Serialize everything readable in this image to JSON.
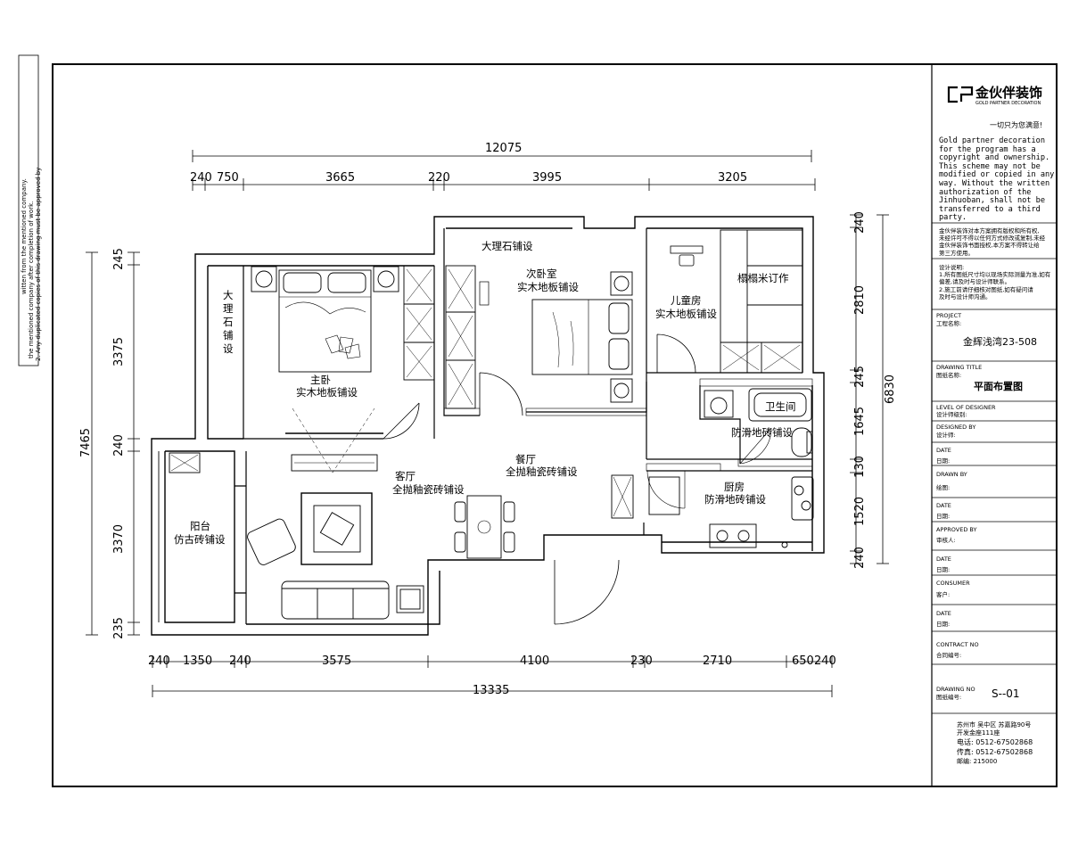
{
  "sidebar_notes": {
    "note_a": "witten from the mentioned company.",
    "note_b": "the mentioned company after completion of work.",
    "note_c": "2. Any duplicated copies of this drawing must be approved by"
  },
  "dimensions": {
    "top_overall": "12075",
    "top_segments": [
      "240",
      "750",
      "3665",
      "220",
      "3995",
      "3205"
    ],
    "bottom_segments": [
      "240",
      "1350",
      "240",
      "3575",
      "4100",
      "230",
      "2710",
      "650",
      "240"
    ],
    "bottom_overall": "13335",
    "left_overall": "7465",
    "left_segments": [
      "245",
      "3375",
      "240",
      "3370",
      "235"
    ],
    "right_overall": "6830",
    "right_segments": [
      "240",
      "2810",
      "245",
      "1645",
      "130",
      "1520",
      "240"
    ]
  },
  "rooms": {
    "marble_top": "大理石铺设",
    "marble_side_1": "大",
    "marble_side_2": "理",
    "marble_side_3": "石",
    "marble_side_4": "铺",
    "marble_side_5": "设",
    "master_bedroom_name": "主卧",
    "master_bedroom_floor": "实木地板铺设",
    "second_bedroom_name": "次卧室",
    "second_bedroom_floor": "实木地板铺设",
    "kids_room_name": "儿童房",
    "kids_room_floor": "实木地板铺设",
    "cabinet_label": "榻榻米订作",
    "bathroom_name": "卫生间",
    "bathroom_floor": "防滑地砖铺设",
    "kitchen_name": "厨房",
    "kitchen_floor": "防滑地砖铺设",
    "living_name": "客厅",
    "living_floor": "全抛釉瓷砖铺设",
    "dining_name": "餐厅",
    "dining_floor": "全抛釉瓷砖铺设",
    "balcony_name": "阳台",
    "balcony_floor": "仿古砖铺设"
  },
  "title_block": {
    "brand_cn": "金伙伴装饰",
    "brand_en": "GOLD PARTNER DECORATION",
    "slogan": "一切只为您满意!",
    "copyright": "Gold partner decoration\nfor the program has a\ncopyright and ownership.\nThis scheme may not be\nmodified or copied in any\nway. Without the written\nauthorization of the\nJinhuoban, shall not be\ntransferred to a third\nparty.",
    "copyright_cn": "金伙伴装饰对本方案拥有版权和所有权,\n未经许可不得以任何方式修改或复制,未经\n金伙伴装饰书面授权,本方案不得转让给\n第三方使用。",
    "notes_cn": "设计说明:\n1.所有图纸尺寸均以现场实际测量为准,如有\n偏差,请及时与设计师联系。\n2.施工前请仔细核对图纸,如有疑问请\n及时与设计师沟通。",
    "project_label": "PROJECT",
    "project_sub": "工程名称:",
    "project_value": "金辉浅湾23-508",
    "drawing_title_label": "DRAWING TITLE",
    "drawing_title_sub": "图纸名称:",
    "drawing_title_value": "平面布置图",
    "level_label": "LEVEL OF DESIGNER",
    "level_sub": "设计师级别:",
    "designer_label": "DESIGNED BY",
    "designer_sub": "设计师:",
    "date_label_1": "DATE",
    "date_sub_1": "日期:",
    "drawn_label": "DRAWN BY",
    "drawn_sub": "绘图:",
    "date_label_2": "DATE",
    "date_sub_2": "日期:",
    "approved_label": "APPROVED BY",
    "approved_sub": "审核人:",
    "date_label_3": "DATE",
    "date_sub_3": "日期:",
    "consumer_label": "CONSUMER",
    "consumer_sub": "客户:",
    "date_label_4": "DATE",
    "date_sub_4": "日期:",
    "contract_label": "CONTRACT NO",
    "contract_sub": "合同编号:",
    "drawing_no_label": "DRAWING NO",
    "drawing_no_sub": "图纸编号:",
    "drawing_no_value": "S--01",
    "address_1": "苏州市 吴中区 苏嘉路90号",
    "address_2": "开发金座111座",
    "tel": "电话:   0512-67502868",
    "fax": "传真:   0512-67502868",
    "zip": "邮编:  215000"
  }
}
